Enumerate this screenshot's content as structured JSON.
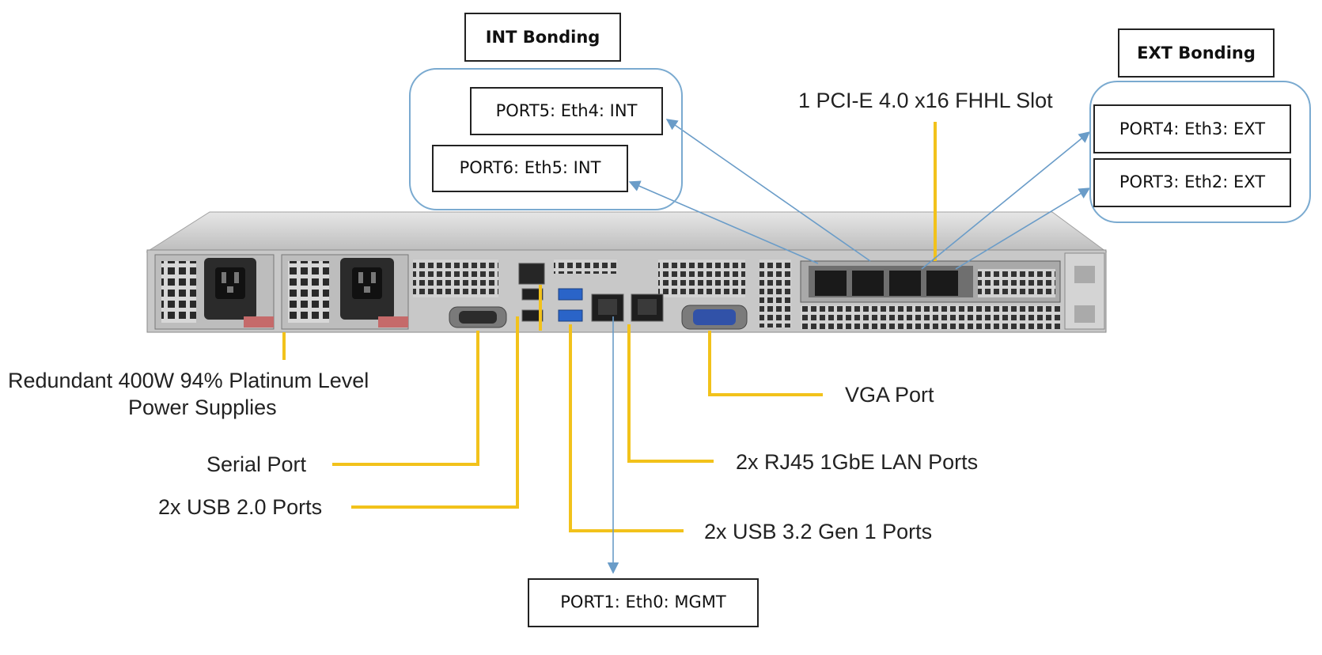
{
  "colors": {
    "leader": "#f2c21b",
    "arrow": "#6a9cc8",
    "group_outline": "#7aaad0",
    "chassis": "#c9c9c9"
  },
  "groups": {
    "int_bonding": "INT Bonding",
    "ext_bonding": "EXT Bonding"
  },
  "port_labels": {
    "port5": "PORT5: Eth4: INT",
    "port6": "PORT6: Eth5: INT",
    "port4": "PORT4: Eth3: EXT",
    "port3": "PORT3: Eth2: EXT",
    "port1": "PORT1: Eth0: MGMT"
  },
  "callouts": {
    "pcie": "1 PCI-E 4.0 x16 FHHL Slot",
    "power_line1": "Redundant  400W 94% Platinum Level",
    "power_line2": "Power Supplies",
    "serial": "Serial Port",
    "usb2": "2x USB 2.0 Ports",
    "vga": "VGA Port",
    "rj45": "2x RJ45 1GbE LAN Ports",
    "usb3": "2x USB 3.2 Gen 1 Ports"
  }
}
